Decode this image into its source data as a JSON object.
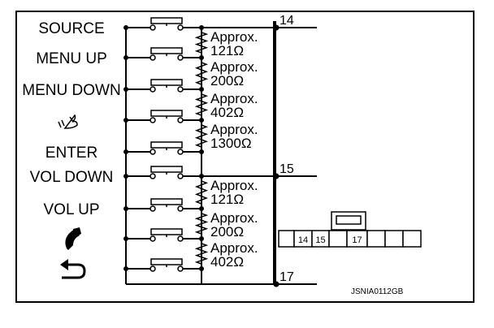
{
  "switches": [
    {
      "label": "SOURCE"
    },
    {
      "label": "MENU UP"
    },
    {
      "label": "MENU DOWN"
    },
    {
      "label": "",
      "icon": "voice-icon"
    },
    {
      "label": "ENTER"
    },
    {
      "label": "VOL DOWN"
    },
    {
      "label": "VOL UP"
    },
    {
      "label": "",
      "icon": "phone-icon"
    },
    {
      "label": "",
      "icon": "back-icon"
    }
  ],
  "resistors": [
    {
      "line1": "Approx.",
      "line2": "121Ω"
    },
    {
      "line1": "Approx.",
      "line2": "200Ω"
    },
    {
      "line1": "Approx.",
      "line2": "402Ω"
    },
    {
      "line1": "Approx.",
      "line2": "1300Ω"
    },
    {
      "line1": "Approx.",
      "line2": "121Ω"
    },
    {
      "line1": "Approx.",
      "line2": "200Ω"
    },
    {
      "line1": "Approx.",
      "line2": "402Ω"
    }
  ],
  "terminals": [
    "14",
    "15",
    "17"
  ],
  "connector": {
    "cells": [
      "",
      "14",
      "15",
      "",
      "17",
      "",
      "",
      ""
    ]
  },
  "code": "JSNIA0112GB"
}
